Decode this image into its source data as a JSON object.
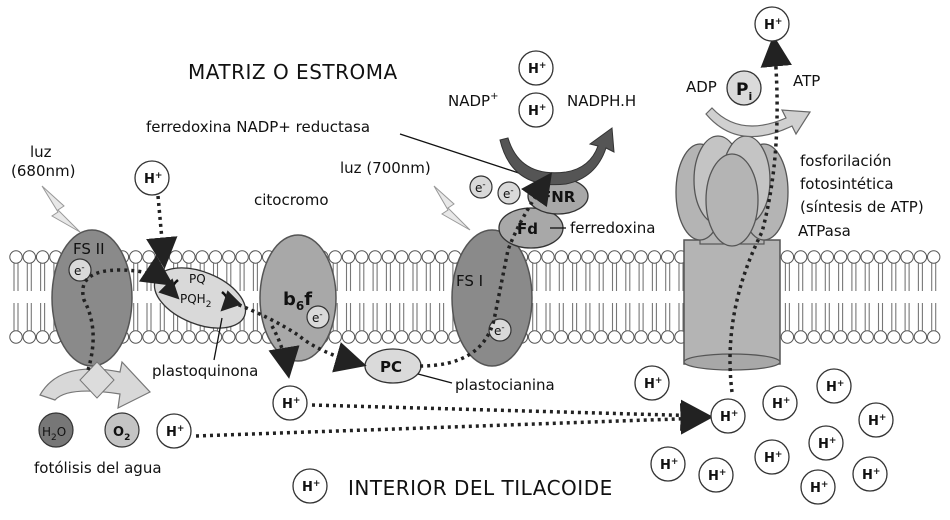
{
  "regions": {
    "stroma": "MATRIZ O ESTROMA",
    "lumen": "INTERIOR DEL TILACOIDE"
  },
  "light": {
    "ps2_label": "luz",
    "ps2_wavelength": "(680nm)",
    "ps1": "luz (700nm)"
  },
  "complexes": {
    "ps2": "FS II",
    "ps1": "FS I",
    "pq": "PQ",
    "pqh2_base": "PQH",
    "pqh2_sub": "2",
    "b6f_base": "b",
    "b6f_sub": "6",
    "b6f_tail": "f",
    "pc": "PC",
    "fd": "Fd",
    "fnr": "FNR"
  },
  "labels": {
    "citocromo": "citocromo",
    "plastoquinona": "plastoquinona",
    "plastocianina": "plastocianina",
    "ferredoxina": "ferredoxina",
    "fnr_full": "ferredoxina NADP+ reductasa",
    "fotolisis": "fotólisis del agua",
    "fosforilacion_1": "fosforilación",
    "fosforilacion_2": "fotosintética",
    "fosforilacion_3": "(síntesis de ATP)",
    "atpasa": "ATPasa"
  },
  "molecules": {
    "nadp_base": "NADP",
    "nadp_sup": "+",
    "nadph": "NADPH.H",
    "adp": "ADP",
    "pi_base": "P",
    "pi_sub": "i",
    "atp": "ATP",
    "h2o_base": "H",
    "h2o_sub": "2",
    "h2o_tail": "O",
    "o2_base": "O",
    "o2_sub": "2",
    "electron_base": "e",
    "electron_sup": "-",
    "proton_base": "H",
    "proton_sup": "+"
  },
  "colors": {
    "membrane_head": "#ffffff",
    "membrane_tail": "#777777",
    "ps_dark": "#8a8a8a",
    "complex_mid": "#a8a8a8",
    "complex_light": "#d6d6d6",
    "atp_synthase": "#b4b4b4",
    "arrow_dark": "#555555"
  }
}
